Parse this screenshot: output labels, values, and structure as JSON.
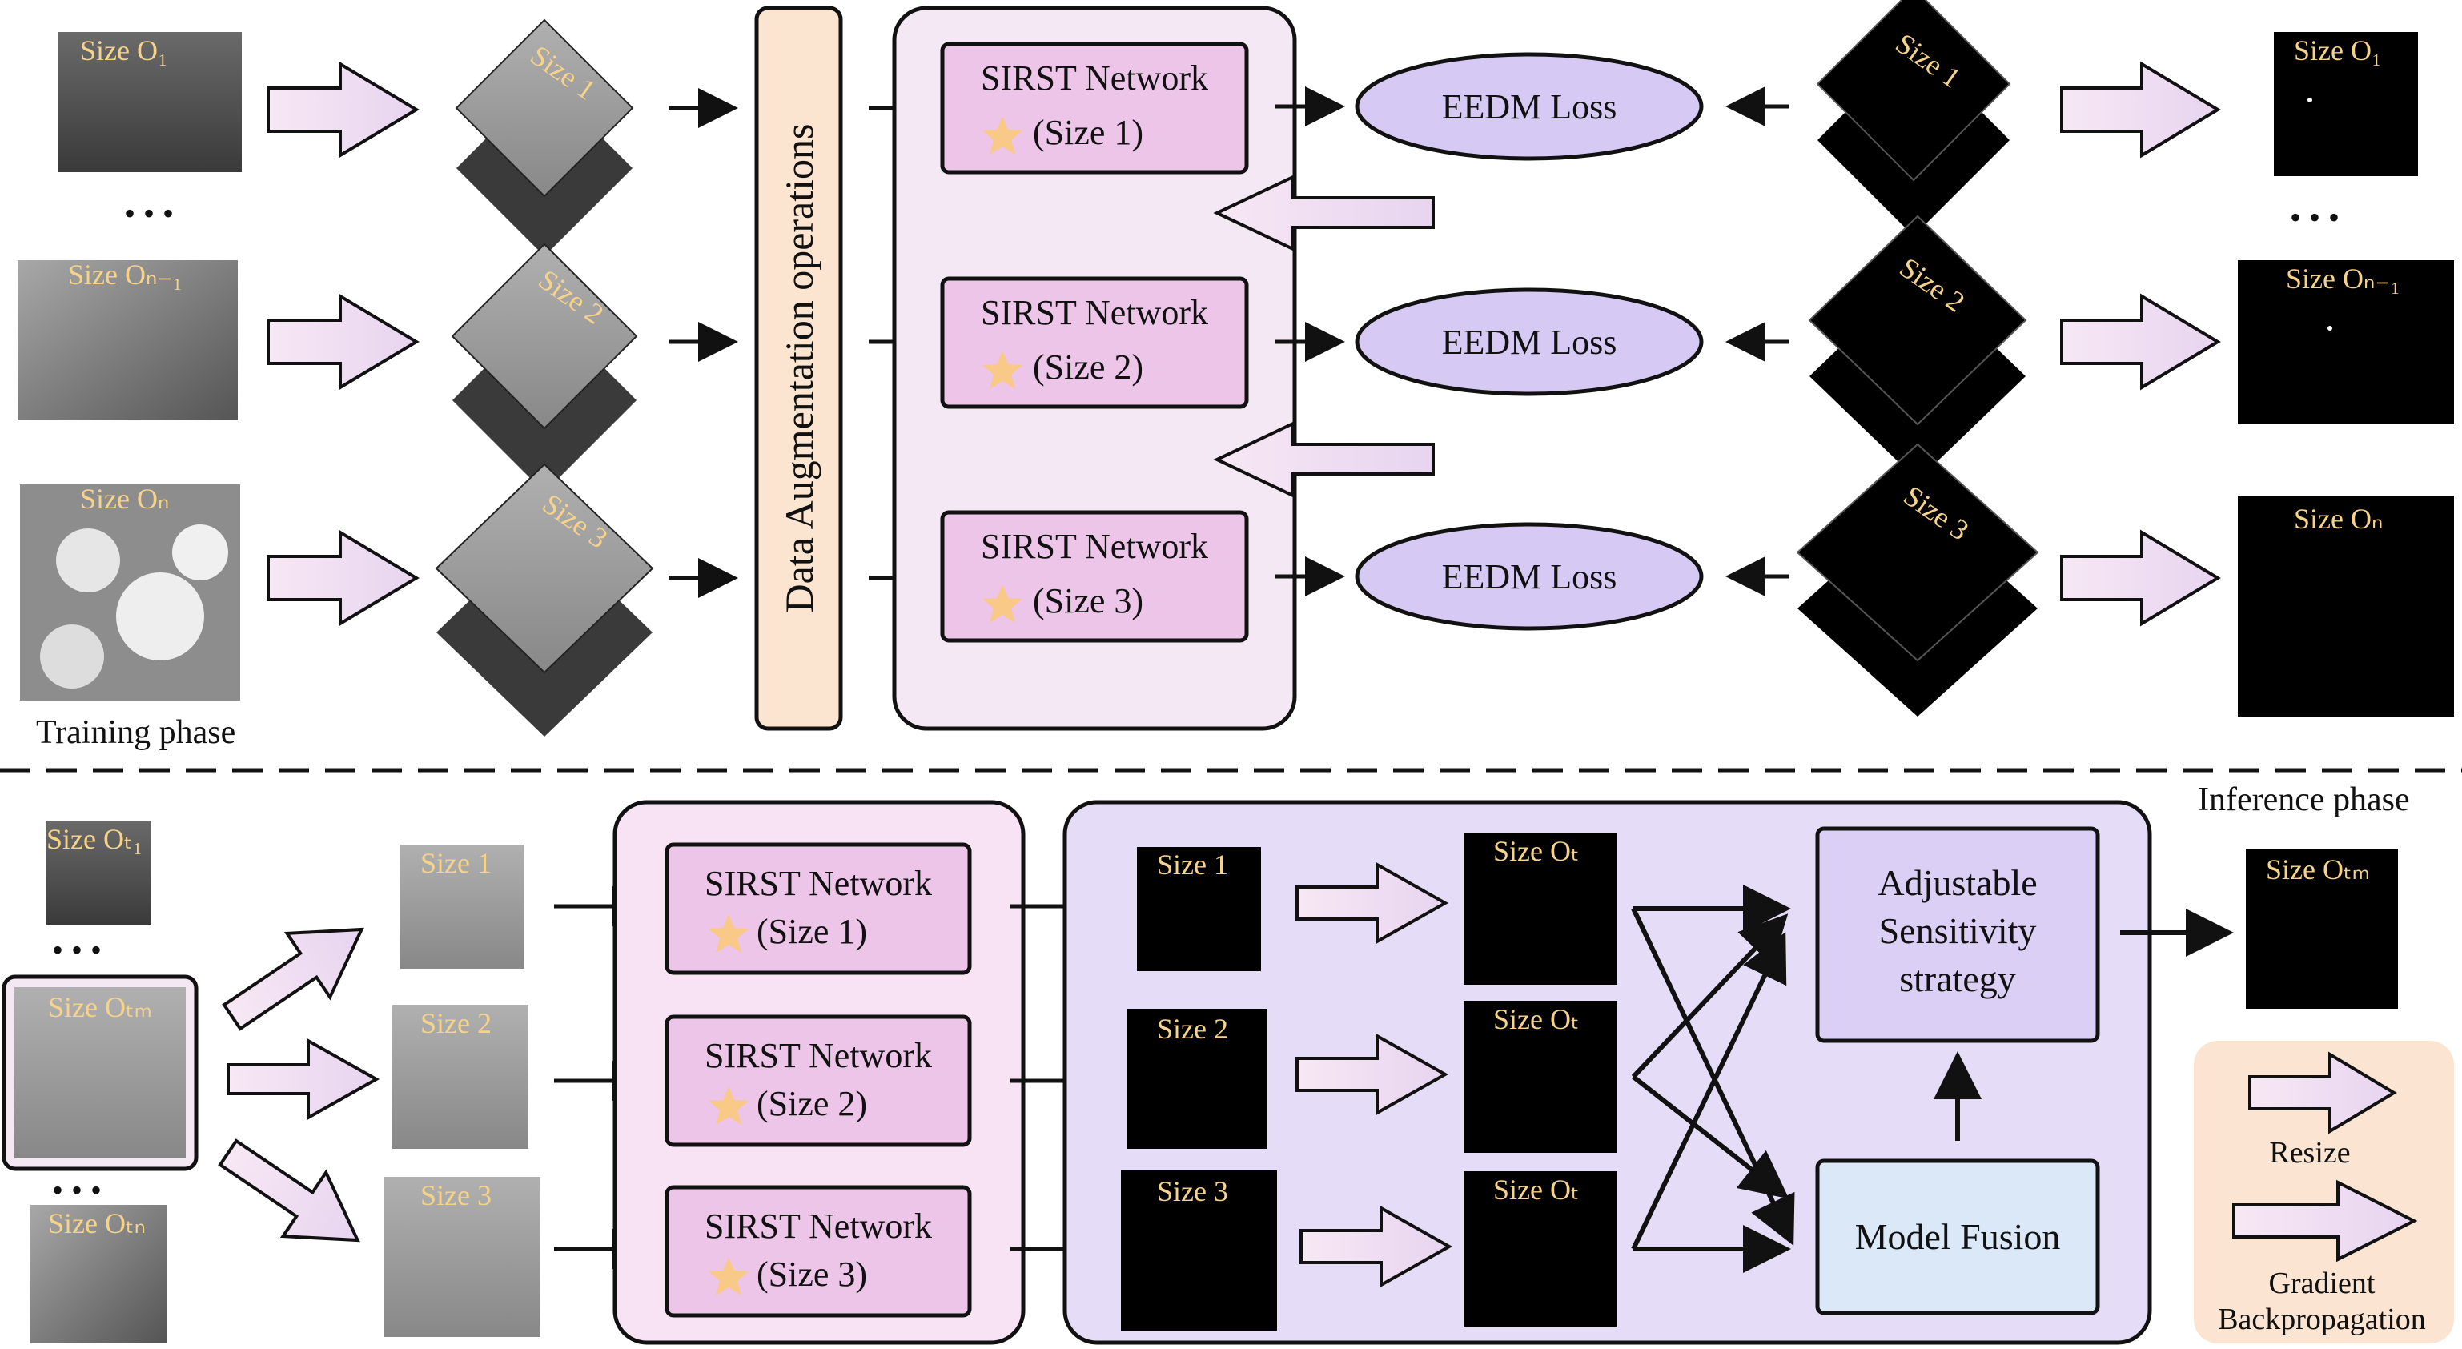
{
  "training": {
    "phase_label": "Training phase",
    "input_labels": [
      "Size O₁",
      "Size Oₙ₋₁",
      "Size Oₙ"
    ],
    "dots": "• • •",
    "resized_labels": [
      "Size 1",
      "Size 2",
      "Size 3"
    ],
    "augmentation_label": "Data Augmentation operations",
    "network_title_1": "SIRST  Network",
    "network_title_2": "SIRST  Network",
    "network_title_3": "SIRST Network",
    "network_sizes": [
      "(Size 1)",
      "(Size 2)",
      "(Size 3)"
    ],
    "loss_label": "EEDM Loss",
    "gt_labels": [
      "Size 1",
      "Size 2",
      "Size 3"
    ],
    "output_labels": [
      "Size O₁",
      "Size Oₙ₋₁",
      "Size Oₙ"
    ]
  },
  "inference": {
    "phase_label": "Inference phase",
    "input_labels": [
      "Size Oₜ₁",
      "Size Oₜₘ",
      "Size Oₜₙ"
    ],
    "dots": "• • •",
    "resized_labels": [
      "Size 1",
      "Size 2",
      "Size 3"
    ],
    "network_titles": [
      "SIRST  Network",
      "SIRST  Network",
      "SIRST Network"
    ],
    "network_sizes": [
      "(Size 1)",
      "(Size 2)",
      "(Size 3)"
    ],
    "pred_labels": [
      "Size 1",
      "Size 2",
      "Size 3"
    ],
    "restored_labels": [
      "Size Oₜ",
      "Size Oₜ",
      "Size Oₜ"
    ],
    "strategy_lines": [
      "Adjustable",
      "Sensitivity",
      "strategy"
    ],
    "fusion_label": "Model Fusion",
    "final_label": "Size Oₜₘ"
  },
  "legend": {
    "resize_label": "Resize",
    "gradient_lines": [
      "Gradient",
      "Backpropagation"
    ]
  },
  "colors": {
    "aug_box": "#fce5d0",
    "training_panel": "#f5e8f5",
    "network_box": "#ecc5e8",
    "loss_ellipse": "#d6c9f3",
    "inference_net_panel": "#f7e3f4",
    "inference_right_panel": "#e5dcf7",
    "strategy_box": "#dccff5",
    "fusion_box": "#dbe8f8",
    "legend_box": "#fbe5d2",
    "block_arrow_fill": "#f7e8f4",
    "star": "#f8c987"
  }
}
